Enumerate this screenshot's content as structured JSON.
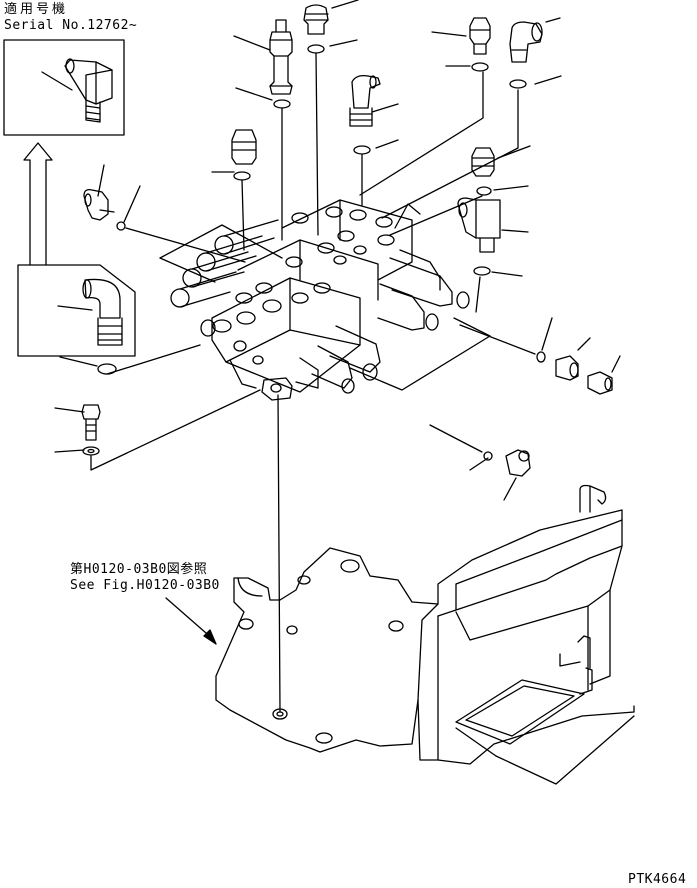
{
  "applicable_note": {
    "title_jp": "適用号機",
    "serial_text": "Serial No.12762~"
  },
  "reference_note": {
    "text_jp": "第H0120-03B0図参照",
    "text_en": "See Fig.H0120-03B0"
  },
  "drawing_code": "PTK4664",
  "colors": {
    "ink": "#000000",
    "paper": "#ffffff"
  }
}
